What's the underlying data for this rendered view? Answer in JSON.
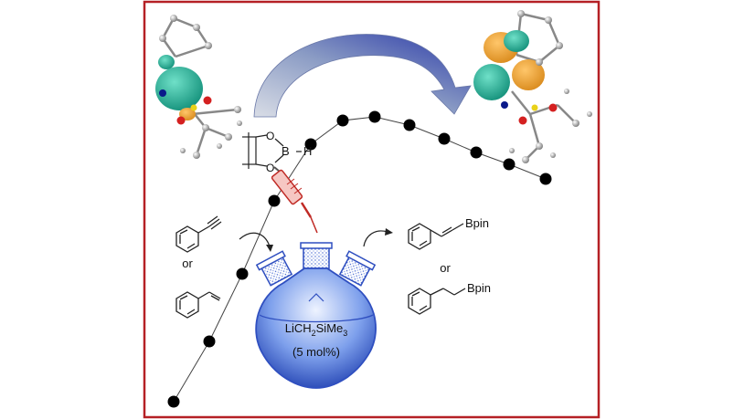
{
  "figure": {
    "frame_color": "#b52025",
    "chem": {
      "hydride_atom": "H",
      "boron_atom": "B",
      "oxygen_atom": "O",
      "connector_or": "or",
      "product_group": "Bpin",
      "catalyst": "LiCH2SiMe3",
      "catalyst_parts": [
        "LiCH",
        "2",
        "SiMe",
        "3"
      ],
      "loading": "(5 mol%)"
    },
    "colors": {
      "orbital_teal": "#1fb39a",
      "orbital_orange": "#f0a030",
      "arrow_blue": "#2b3aa8",
      "flask_blue": "#2f5fd0",
      "syringe_red": "#d8302c",
      "dot": "#000000"
    }
  }
}
